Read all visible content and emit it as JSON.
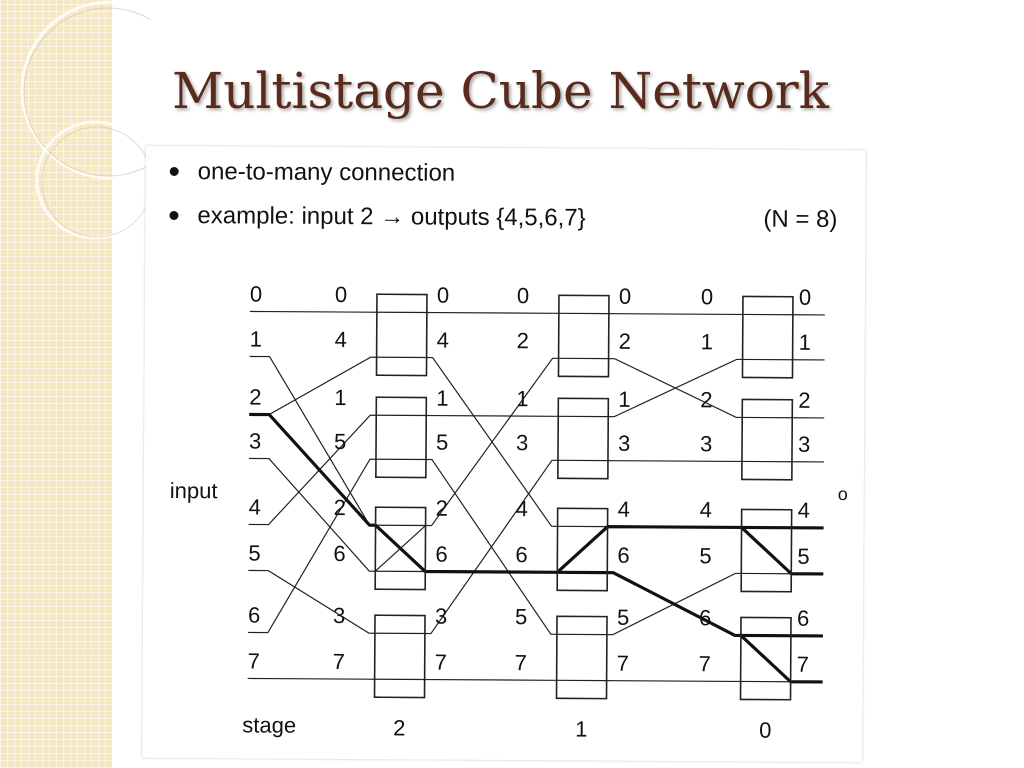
{
  "title": "Multistage Cube Network",
  "bullets": [
    {
      "text": "one-to-many connection"
    },
    {
      "text": "example:  input 2 → outputs {4,5,6,7}",
      "note": "(N = 8)"
    }
  ],
  "diagram": {
    "input_label": "input",
    "stage_label": "stage",
    "input_labels": [
      "0",
      "1",
      "2",
      "3",
      "4",
      "5",
      "6",
      "7"
    ],
    "stage_numbers": [
      "2",
      "1",
      "0"
    ],
    "stage_in_labels": [
      [
        "0",
        "4",
        "1",
        "5",
        "2",
        "6",
        "3",
        "7"
      ],
      [
        "0",
        "2",
        "1",
        "3",
        "4",
        "6",
        "5",
        "7"
      ],
      [
        "0",
        "1",
        "2",
        "3",
        "4",
        "5",
        "6",
        "7"
      ]
    ],
    "stage_out_labels": [
      [
        "0",
        "4",
        "1",
        "5",
        "2",
        "6",
        "3",
        "7"
      ],
      [
        "0",
        "2",
        "1",
        "3",
        "4",
        "6",
        "5",
        "7"
      ],
      [
        "0",
        "1",
        "2",
        "3",
        "4",
        "5",
        "6",
        "7"
      ]
    ],
    "edge_label": "o"
  }
}
